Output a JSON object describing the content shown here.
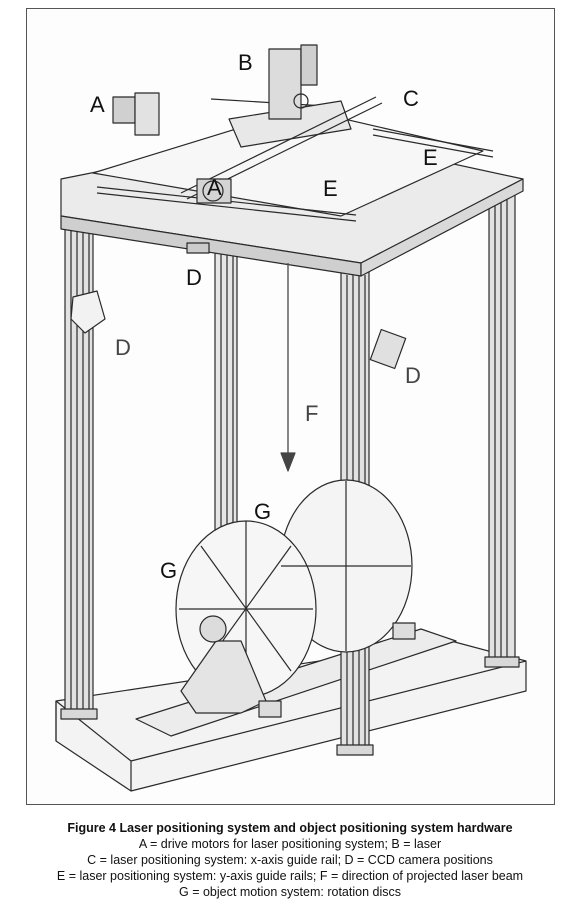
{
  "figure": {
    "labels": {
      "a_left": "A",
      "a_center": "A",
      "b": "B",
      "c": "C",
      "e_right": "E",
      "e_center": "E",
      "d_top": "D",
      "d_left": "D",
      "d_right": "D",
      "f": "F",
      "g_upper": "G",
      "g_lower": "G"
    },
    "caption": {
      "title": "Figure 4  Laser positioning system and object positioning system hardware",
      "line1": "A  =  drive motors for laser positioning system;  B  =  laser",
      "line2": "C =  laser positioning system: x-axis guide rail;  D  =  CCD camera positions",
      "line3": "E =  laser positioning system: y-axis guide rails;  F  =  direction of projected laser beam",
      "line4": "G =  object motion system: rotation discs"
    }
  }
}
